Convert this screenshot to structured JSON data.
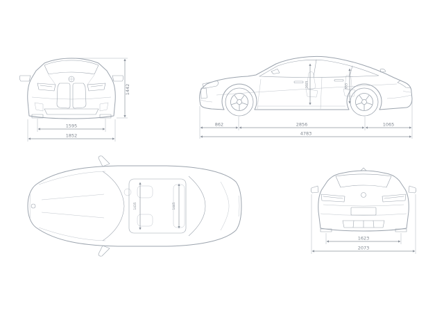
{
  "views": {
    "front": {
      "height": "1442",
      "track": "1595",
      "overall_width": "1852"
    },
    "side": {
      "front_overhang": "862",
      "wheelbase": "2856",
      "rear_overhang": "1065",
      "overall_length": "4783",
      "interior_front": "1025",
      "interior_rear": "955"
    },
    "top": {
      "interior_width_front": "1435",
      "interior_width_rear": "1445"
    },
    "rear": {
      "track": "1623",
      "overall_width_mirrors": "2073"
    }
  },
  "icons": {
    "brand_roundel": "circle"
  },
  "colors": {
    "line": "#9ba3ad",
    "dimension": "#8d949e",
    "text": "#7f868f",
    "background": "#ffffff"
  }
}
